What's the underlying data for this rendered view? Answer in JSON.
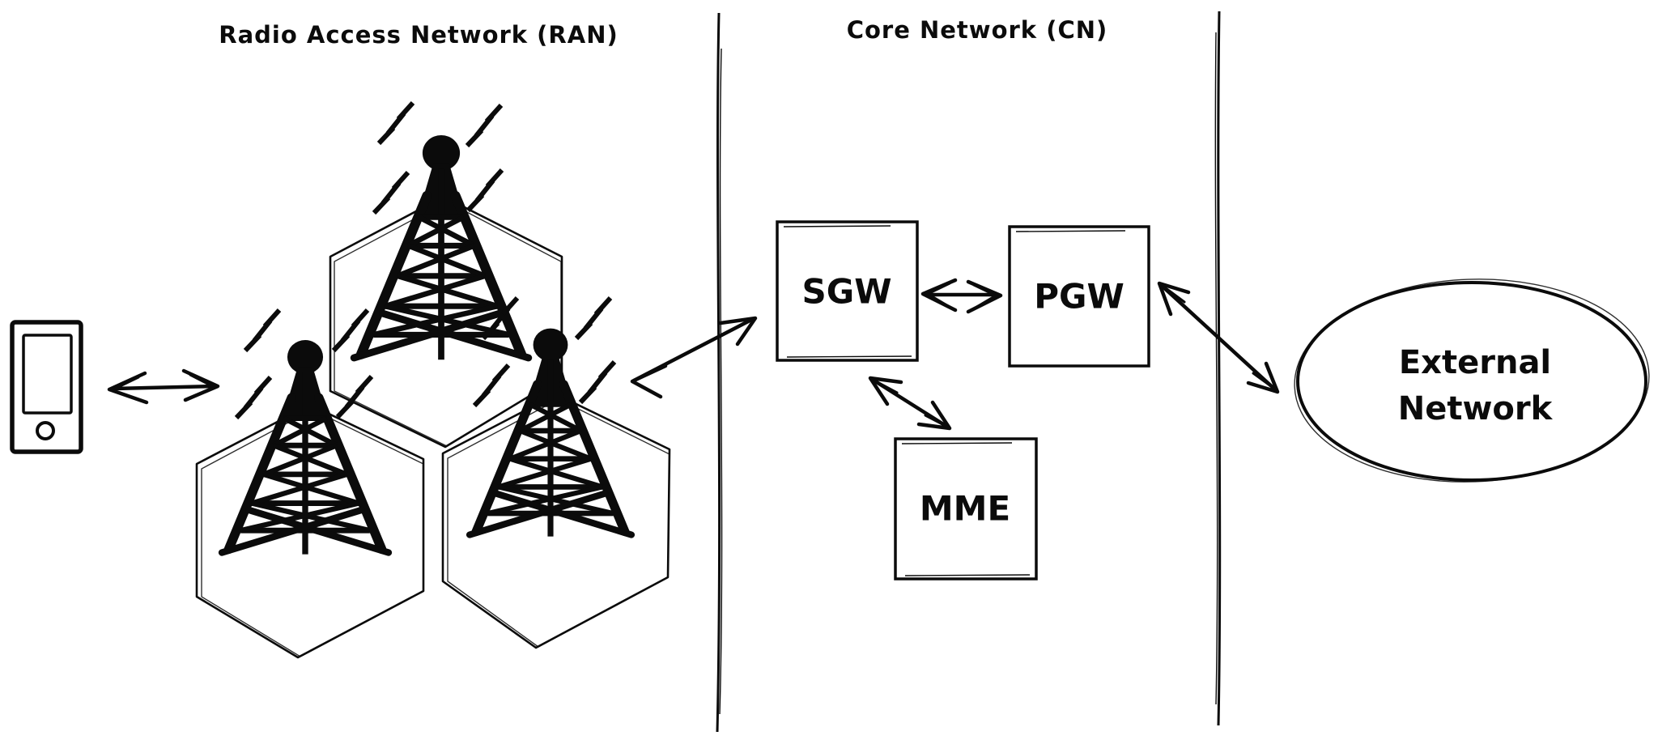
{
  "diagram": {
    "background": "#ffffff",
    "ink": "#0b0b0b",
    "sections": {
      "ran": {
        "title": "Radio Access Network (RAN)"
      },
      "core": {
        "title": "Core Network (CN)"
      }
    },
    "nodes": {
      "sgw": {
        "label": "SGW"
      },
      "pgw": {
        "label": "PGW"
      },
      "mme": {
        "label": "MME"
      },
      "external_network": {
        "label_line1": "External",
        "label_line2": "Network"
      }
    },
    "icons": {
      "ue_phone": "ue-phone-icon",
      "cell_tower": "cell-tower-icon",
      "lightning_bolt": "lightning-bolt-icon",
      "hexagon_cell": "cell-hexagon"
    }
  }
}
